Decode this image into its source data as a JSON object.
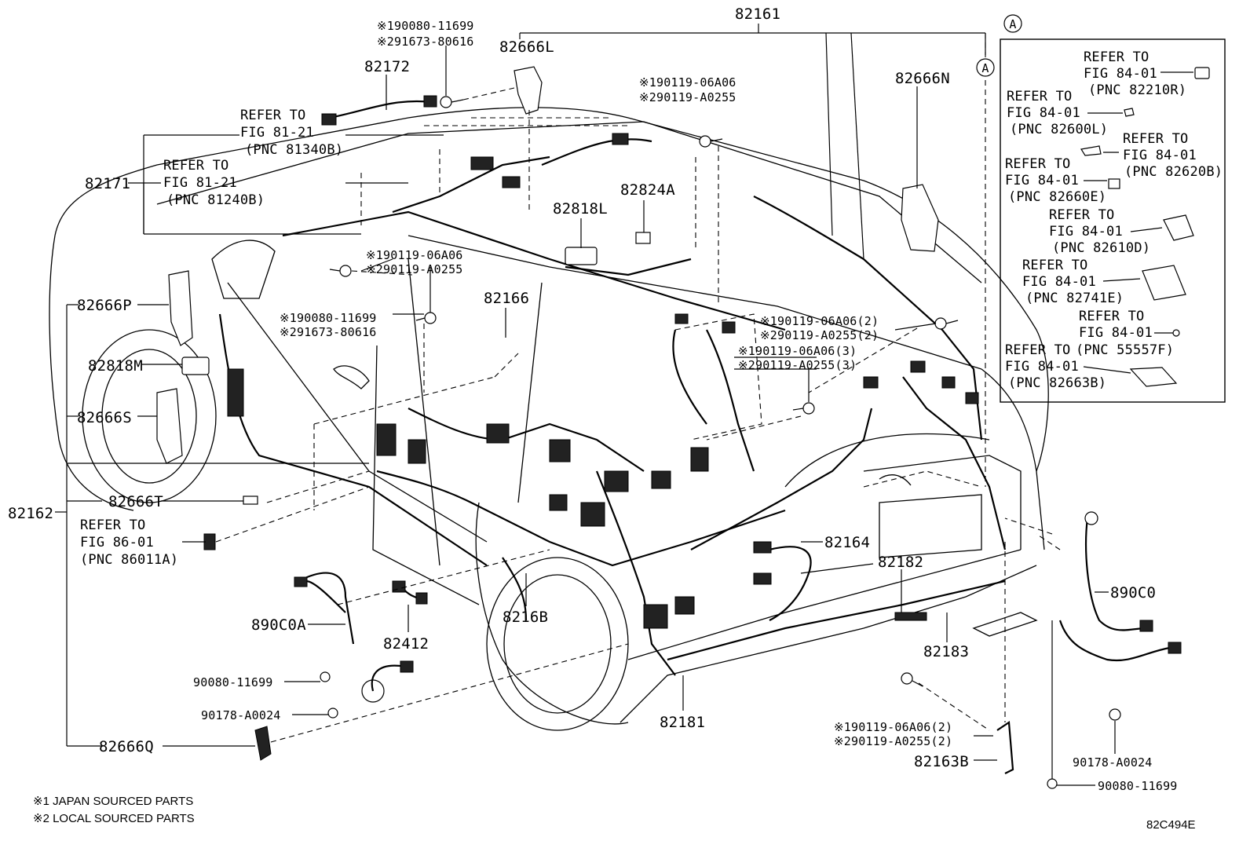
{
  "code": "82C494E",
  "inset_circle": "A",
  "notes": [
    "※1 JAPAN SOURCED PARTS",
    "※2 LOCAL SOURCED PARTS"
  ],
  "labels": {
    "p82161": "82161",
    "p82172": "82172",
    "p82171": "82171",
    "p82666L": "82666L",
    "p82666N": "82666N",
    "p82818L": "82818L",
    "p82824A": "82824A",
    "p82166": "82166",
    "p82666P": "82666P",
    "p82818M": "82818M",
    "p82666S": "82666S",
    "p82162": "82162",
    "p82666T": "82666T",
    "p82164": "82164",
    "p82182": "82182",
    "p82183": "82183",
    "p82181": "82181",
    "p8216B": "8216B",
    "p82412": "82412",
    "p890C0A": "890C0A",
    "p890C0": "890C0",
    "p82666Q": "82666Q",
    "p82163B": "82163B",
    "f1": "90080-11699",
    "f2": "90178-A0024",
    "f3": "90178-A0024",
    "f4": "90080-11699",
    "top_s1": "※190080-11699",
    "top_s2": "※291673-80616",
    "mid_s1": "※190119-06A06",
    "mid_s2": "※290119-A0255",
    "c_s1": "※190119-06A06",
    "c_s2": "※290119-A0255",
    "l_s1": "※190080-11699",
    "l_s2": "※291673-80616",
    "r_s1": "※190119-06A06(2)",
    "r_s2": "※290119-A0255(2)",
    "r_s3": "※190119-06A06(3)",
    "r_s4": "※290119-A0255(3)",
    "b_s1": "※190119-06A06(2)",
    "b_s2": "※290119-A0255(2)"
  },
  "refs": {
    "r81340B": [
      "REFER TO",
      "FIG 81-21",
      "(PNC 81340B)"
    ],
    "r81240B": [
      "REFER TO",
      "FIG 81-21",
      "(PNC 81240B)"
    ],
    "r86011A": [
      "REFER TO",
      "FIG 86-01",
      "(PNC 86011A)"
    ]
  },
  "inset": {
    "i1": [
      "REFER TO",
      "FIG 84-01",
      "(PNC 82210R)"
    ],
    "i2": [
      "REFER TO",
      "FIG 84-01",
      "(PNC 82600L)"
    ],
    "i3": [
      "REFER TO",
      "FIG 84-01",
      "(PNC 82620B)"
    ],
    "i4": [
      "REFER TO",
      "FIG 84-01",
      "(PNC 82660E)"
    ],
    "i5": [
      "REFER TO",
      "FIG 84-01",
      "(PNC 82610D)"
    ],
    "i6": [
      "REFER TO",
      "FIG 84-01",
      "(PNC 82741E)"
    ],
    "i7": [
      "REFER TO",
      "FIG 84-01",
      "(PNC 55557F)"
    ],
    "i8": [
      "REFER TO",
      "FIG 84-01",
      "(PNC 82663B)"
    ]
  }
}
